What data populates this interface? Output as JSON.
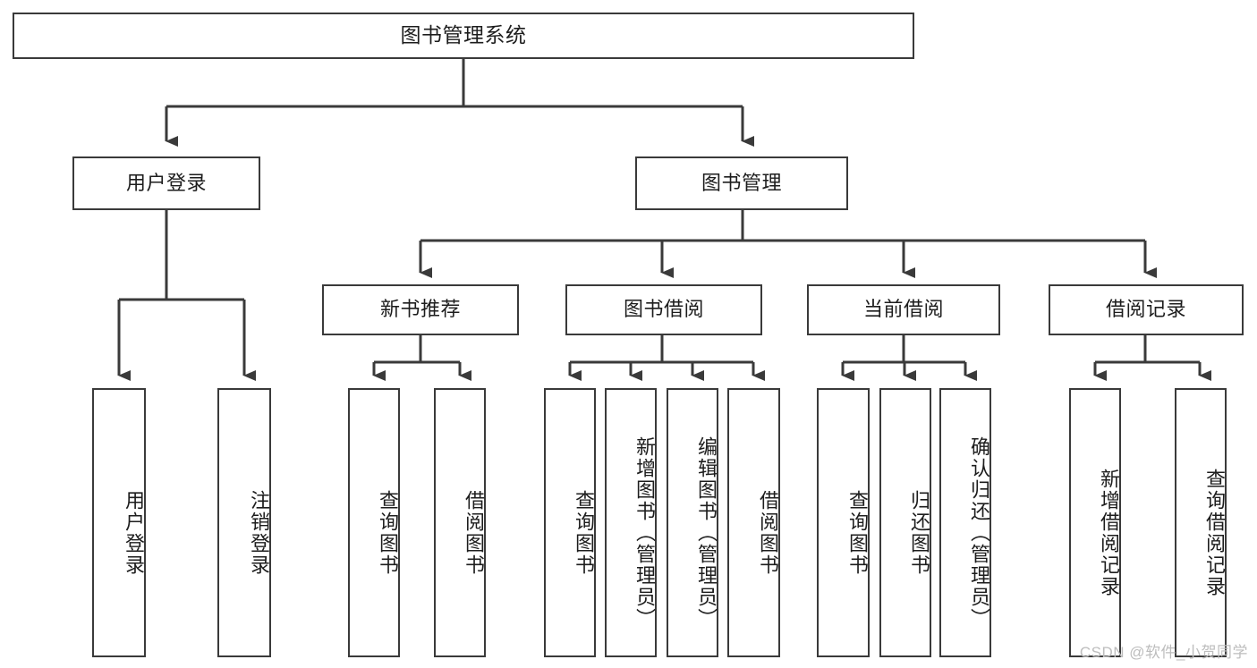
{
  "diagram": {
    "title": "图书管理系统",
    "type": "function-structure-tree",
    "colors": {
      "box_border": "#3a3a3a",
      "box_fill": "#ffffff",
      "line": "#3a3a3a",
      "text": "#1d1d1d",
      "watermark": "#bdbdbd",
      "background": "#ffffff"
    }
  },
  "nodes": {
    "root": {
      "label": "图书管理系统"
    },
    "level2": [
      {
        "id": "user-login",
        "label": "用户登录"
      },
      {
        "id": "book-manage",
        "label": "图书管理"
      }
    ],
    "level3": [
      {
        "id": "new-book-recommend",
        "label": "新书推荐"
      },
      {
        "id": "book-borrow",
        "label": "图书借阅"
      },
      {
        "id": "current-borrow",
        "label": "当前借阅"
      },
      {
        "id": "borrow-record",
        "label": "借阅记录"
      }
    ],
    "leaves": [
      {
        "id": "leaf-user-login",
        "label": "用户登录",
        "parent": "user-login"
      },
      {
        "id": "leaf-user-logout",
        "label": "注销登录",
        "parent": "user-login"
      },
      {
        "id": "leaf-query-book-1",
        "label": "查询图书",
        "parent": "new-book-recommend"
      },
      {
        "id": "leaf-borrow-book-1",
        "label": "借阅图书",
        "parent": "new-book-recommend"
      },
      {
        "id": "leaf-query-book-2",
        "label": "查询图书",
        "parent": "book-borrow"
      },
      {
        "id": "leaf-add-book",
        "label": "新增图书（管理员）",
        "parent": "book-borrow"
      },
      {
        "id": "leaf-edit-book",
        "label": "编辑图书（管理员）",
        "parent": "book-borrow"
      },
      {
        "id": "leaf-borrow-book-2",
        "label": "借阅图书",
        "parent": "book-borrow"
      },
      {
        "id": "leaf-query-book-3",
        "label": "查询图书",
        "parent": "current-borrow"
      },
      {
        "id": "leaf-return-book",
        "label": "归还图书",
        "parent": "current-borrow"
      },
      {
        "id": "leaf-confirm-return",
        "label": "确认归还（管理员）",
        "parent": "current-borrow"
      },
      {
        "id": "leaf-add-record",
        "label": "新增借阅记录",
        "parent": "borrow-record"
      },
      {
        "id": "leaf-query-record",
        "label": "查询借阅记录",
        "parent": "borrow-record"
      }
    ]
  },
  "watermark": {
    "text": "CSDN @软件_小贺同学"
  }
}
